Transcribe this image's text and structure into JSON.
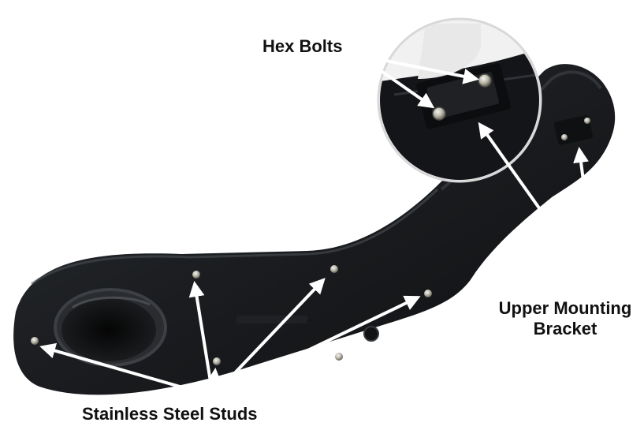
{
  "image": {
    "subject": "snorkel-intake-part",
    "background_color": "#ffffff",
    "part_color": "#1b1d20",
    "arrow_color": "#ffffff"
  },
  "labels": {
    "hex_bolts": "Hex Bolts",
    "upper_mounting_line1": "Upper Mounting",
    "upper_mounting_line2": "Bracket",
    "stainless_studs": "Stainless Steel Studs"
  }
}
